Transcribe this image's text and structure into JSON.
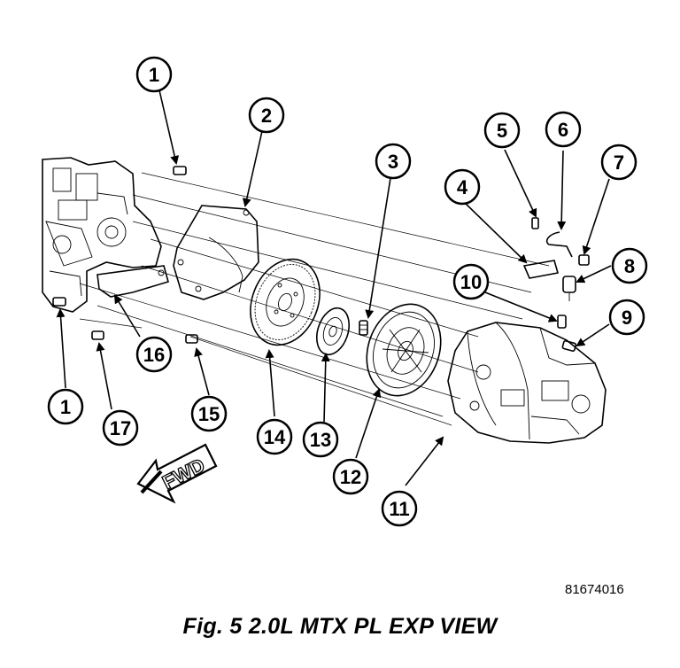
{
  "figure": {
    "caption": "Fig. 5 2.0L MTX PL EXP VIEW",
    "reference_number": "81674016",
    "direction_label": "FWD"
  },
  "callouts": [
    {
      "id": "c1a",
      "label": "1"
    },
    {
      "id": "c2",
      "label": "2"
    },
    {
      "id": "c3",
      "label": "3"
    },
    {
      "id": "c4",
      "label": "4"
    },
    {
      "id": "c5",
      "label": "5"
    },
    {
      "id": "c6",
      "label": "6"
    },
    {
      "id": "c7",
      "label": "7"
    },
    {
      "id": "c8",
      "label": "8"
    },
    {
      "id": "c9",
      "label": "9"
    },
    {
      "id": "c10",
      "label": "10"
    },
    {
      "id": "c11",
      "label": "11"
    },
    {
      "id": "c12",
      "label": "12"
    },
    {
      "id": "c13",
      "label": "13"
    },
    {
      "id": "c14",
      "label": "14"
    },
    {
      "id": "c15",
      "label": "15"
    },
    {
      "id": "c16",
      "label": "16"
    },
    {
      "id": "c17",
      "label": "17"
    },
    {
      "id": "c1b",
      "label": "1"
    }
  ]
}
